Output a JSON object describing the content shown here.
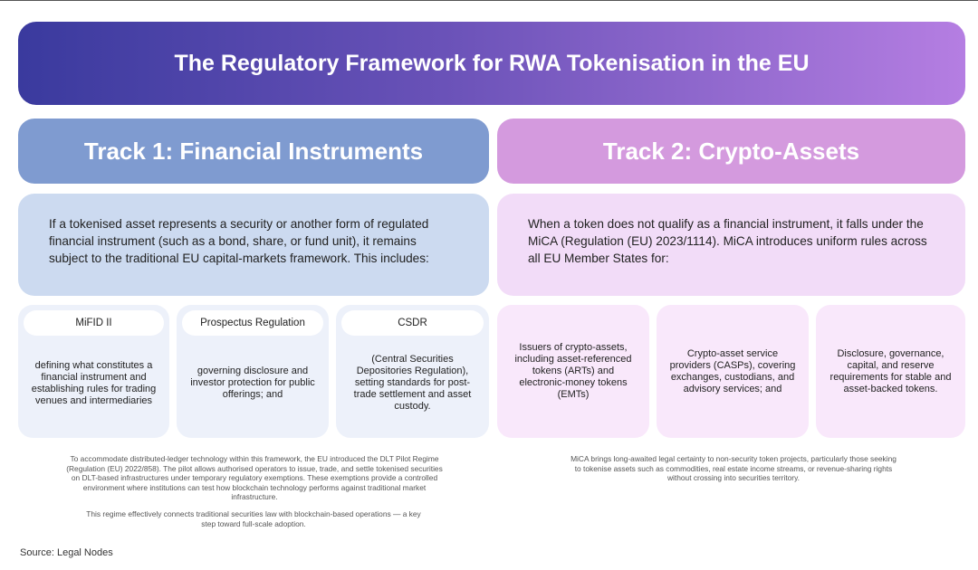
{
  "title": "The Regulatory Framework for RWA Tokenisation in the EU",
  "track1": {
    "title": "Track 1: Financial Instruments",
    "intro": "If a tokenised asset represents a security or another form of regulated financial instrument (such as a bond, share, or fund unit), it remains subject to the traditional EU capital-markets framework. This includes:",
    "cards": [
      {
        "label": "MiFID II",
        "text": "defining what constitutes a financial instrument and establishing rules for trading venues and intermediaries"
      },
      {
        "label": "Prospectus Regulation",
        "text": "governing disclosure and investor protection for public offerings; and"
      },
      {
        "label": "CSDR",
        "text": "(Central Securities Depositories Regulation), setting standards for post-trade settlement and asset custody."
      }
    ],
    "note1": "To accommodate distributed-ledger technology within this framework, the EU introduced the DLT Pilot Regime (Regulation (EU) 2022/858). The pilot allows authorised operators to issue, trade, and settle tokenised securities on DLT-based infrastructures under temporary regulatory exemptions. These exemptions provide a controlled environment where institutions can test how blockchain technology performs against traditional market infrastructure.",
    "note2": "This regime effectively connects traditional securities law with blockchain-based operations — a key step toward full-scale adoption."
  },
  "track2": {
    "title": "Track 2: Crypto-Assets",
    "intro": "When a token does not qualify as a financial instrument, it falls under the MiCA (Regulation (EU) 2023/1114). MiCA introduces uniform rules across all EU Member States for:",
    "cards": [
      {
        "text": "Issuers of crypto-assets, including asset-referenced tokens (ARTs) and electronic-money tokens (EMTs)"
      },
      {
        "text": "Crypto-asset service providers (CASPs), covering exchanges, custodians, and advisory services; and"
      },
      {
        "text": "Disclosure, governance, capital, and reserve requirements for stable and asset-backed tokens."
      }
    ],
    "note": "MiCA brings long-awaited legal certainty to non-security token projects, particularly those seeking to tokenise assets such as commodities, real estate income streams, or revenue-sharing rights without crossing into securities territory."
  },
  "source": "Source: Legal Nodes"
}
